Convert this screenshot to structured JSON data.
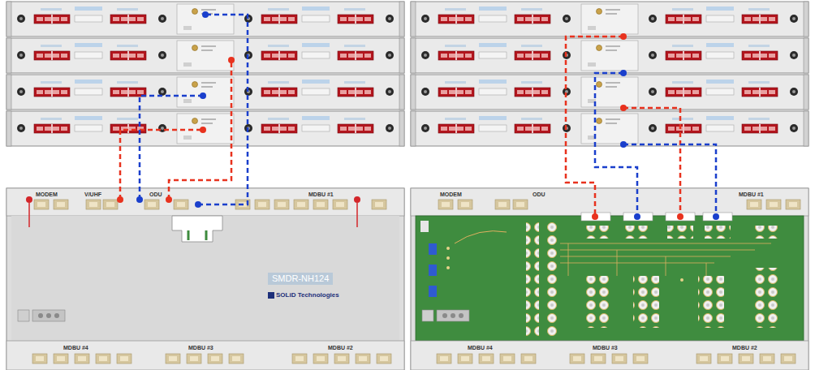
{
  "diagram": {
    "labels": [
      "MODEM",
      "V/UHF",
      "ODU",
      "MDBU #1",
      "SMDR-NH124",
      "SOLiD Technologies",
      "MDBU #4",
      "MDBU #3",
      "MDBU #2",
      "MODEM",
      "ODU",
      "MDBU #1",
      "MDBU #4",
      "MDBU #3",
      "MDBU #2"
    ]
  }
}
